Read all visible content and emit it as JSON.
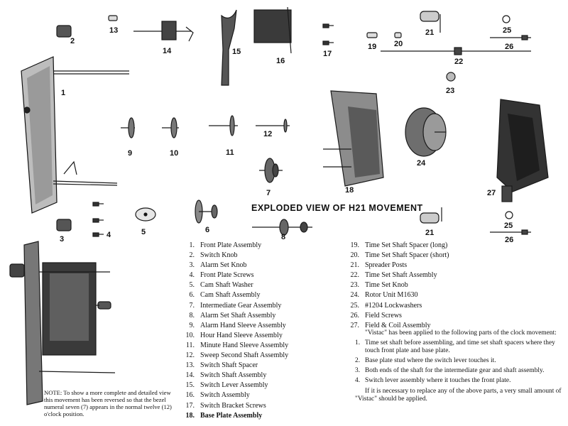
{
  "figure": {
    "title": "EXPLODED VIEW OF H21 MOVEMENT",
    "callouts": [
      "1",
      "2",
      "3",
      "4",
      "5",
      "6",
      "7",
      "8",
      "9",
      "10",
      "11",
      "12",
      "13",
      "14",
      "15",
      "16",
      "17",
      "18",
      "19",
      "20",
      "21",
      "21",
      "22",
      "23",
      "24",
      "25",
      "25",
      "26",
      "26",
      "27"
    ]
  },
  "parts_left": [
    {
      "n": "1.",
      "label": "Front Plate Assembly"
    },
    {
      "n": "2.",
      "label": "Switch Knob"
    },
    {
      "n": "3.",
      "label": "Alarm Set Knob"
    },
    {
      "n": "4.",
      "label": "Front Plate Screws"
    },
    {
      "n": "5.",
      "label": "Cam Shaft Washer"
    },
    {
      "n": "6.",
      "label": "Cam Shaft Assembly"
    },
    {
      "n": "7.",
      "label": "Intermediate Gear Assembly"
    },
    {
      "n": "8.",
      "label": "Alarm Set Shaft Assembly"
    },
    {
      "n": "9.",
      "label": "Alarm Hand Sleeve Assembly"
    },
    {
      "n": "10.",
      "label": "Hour Hand Sleeve Assembly"
    },
    {
      "n": "11.",
      "label": "Minute Hand Sleeve Assembly"
    },
    {
      "n": "12.",
      "label": "Sweep Second Shaft Assembly"
    },
    {
      "n": "13.",
      "label": "Switch Shaft Spacer"
    },
    {
      "n": "14.",
      "label": "Switch Shaft Assembly"
    },
    {
      "n": "15.",
      "label": "Switch Lever Assembly"
    },
    {
      "n": "16.",
      "label": "Switch Assembly"
    },
    {
      "n": "17.",
      "label": "Switch Bracket Screws"
    },
    {
      "n": "18.",
      "label": "Base Plate Assembly"
    }
  ],
  "parts_right": [
    {
      "n": "19.",
      "label": "Time Set Shaft Spacer (long)"
    },
    {
      "n": "20.",
      "label": "Time Set Shaft Spacer (short)"
    },
    {
      "n": "21.",
      "label": "Spreader Posts"
    },
    {
      "n": "22.",
      "label": "Time Set Shaft Assembly"
    },
    {
      "n": "23.",
      "label": "Time Set Knob"
    },
    {
      "n": "24.",
      "label": "Rotor Unit M1630"
    },
    {
      "n": "25.",
      "label": "#1204 Lockwashers"
    },
    {
      "n": "26.",
      "label": "Field Screws"
    },
    {
      "n": "27.",
      "label": "Field & Coil Assembly"
    }
  ],
  "note": "NOTE: To show a more complete and detailed view this movement has been reversed so that the bezel numeral seven (7) appears in the normal twelve (12) o'clock position.",
  "vistac": {
    "intro": "\"Vistac\" has been applied to the following parts of the clock movement:",
    "items": [
      {
        "n": "1.",
        "text": "Time set shaft before assembling, and time set shaft spacers where they touch front plate and base plate."
      },
      {
        "n": "2.",
        "text": "Base plate stud where the switch lever touches it."
      },
      {
        "n": "3.",
        "text": "Both ends of the shaft for the intermediate gear and shaft assembly."
      },
      {
        "n": "4.",
        "text": "Switch lever assembly where it touches the front plate."
      }
    ],
    "footer": "If it is necessary to replace any of the above parts, a very small amount of \"Vistac\" should be applied."
  }
}
